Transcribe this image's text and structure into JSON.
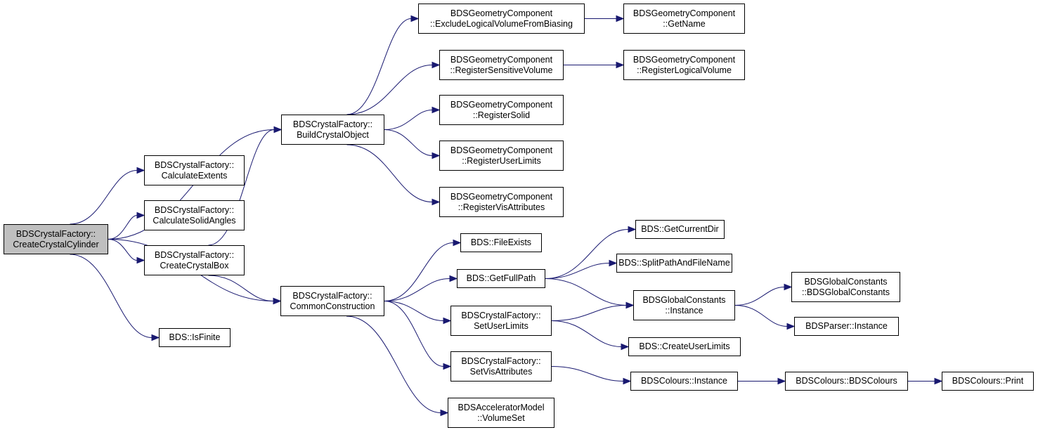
{
  "diagram": {
    "type": "call-graph",
    "edge_color": "#191970",
    "root_fill": "#bfbfbf",
    "nodes": [
      {
        "id": "createCrystalCylinder",
        "lines": [
          "BDSCrystalFactory::",
          "CreateCrystalCylinder"
        ],
        "root": true
      },
      {
        "id": "buildCrystalObject",
        "lines": [
          "BDSCrystalFactory::",
          "BuildCrystalObject"
        ]
      },
      {
        "id": "calculateExtents",
        "lines": [
          "BDSCrystalFactory::",
          "CalculateExtents"
        ]
      },
      {
        "id": "calculateSolidAngles",
        "lines": [
          "BDSCrystalFactory::",
          "CalculateSolidAngles"
        ]
      },
      {
        "id": "createCrystalBox",
        "lines": [
          "BDSCrystalFactory::",
          "CreateCrystalBox"
        ]
      },
      {
        "id": "isFinite",
        "lines": [
          "BDS::IsFinite"
        ]
      },
      {
        "id": "commonConstruction",
        "lines": [
          "BDSCrystalFactory::",
          "CommonConstruction"
        ]
      },
      {
        "id": "excludeLogicalVolume",
        "lines": [
          "BDSGeometryComponent",
          "::ExcludeLogicalVolumeFromBiasing"
        ]
      },
      {
        "id": "getName",
        "lines": [
          "BDSGeometryComponent",
          "::GetName"
        ]
      },
      {
        "id": "registerSensitiveVolume",
        "lines": [
          "BDSGeometryComponent",
          "::RegisterSensitiveVolume"
        ]
      },
      {
        "id": "registerLogicalVolume",
        "lines": [
          "BDSGeometryComponent",
          "::RegisterLogicalVolume"
        ]
      },
      {
        "id": "registerSolid",
        "lines": [
          "BDSGeometryComponent",
          "::RegisterSolid"
        ]
      },
      {
        "id": "registerUserLimits",
        "lines": [
          "BDSGeometryComponent",
          "::RegisterUserLimits"
        ]
      },
      {
        "id": "registerVisAttributes",
        "lines": [
          "BDSGeometryComponent",
          "::RegisterVisAttributes"
        ]
      },
      {
        "id": "fileExists",
        "lines": [
          "BDS::FileExists"
        ]
      },
      {
        "id": "getFullPath",
        "lines": [
          "BDS::GetFullPath"
        ]
      },
      {
        "id": "getCurrentDir",
        "lines": [
          "BDS::GetCurrentDir"
        ]
      },
      {
        "id": "splitPathAndFileName",
        "lines": [
          "BDS::SplitPathAndFileName"
        ]
      },
      {
        "id": "globalConstantsInstance",
        "lines": [
          "BDSGlobalConstants",
          "::Instance"
        ]
      },
      {
        "id": "globalConstantsCtor",
        "lines": [
          "BDSGlobalConstants",
          "::BDSGlobalConstants"
        ]
      },
      {
        "id": "parserInstance",
        "lines": [
          "BDSParser::Instance"
        ]
      },
      {
        "id": "setUserLimits",
        "lines": [
          "BDSCrystalFactory::",
          "SetUserLimits"
        ]
      },
      {
        "id": "createUserLimits",
        "lines": [
          "BDS::CreateUserLimits"
        ]
      },
      {
        "id": "setVisAttributes",
        "lines": [
          "BDSCrystalFactory::",
          "SetVisAttributes"
        ]
      },
      {
        "id": "coloursInstance",
        "lines": [
          "BDSColours::Instance"
        ]
      },
      {
        "id": "coloursCtor",
        "lines": [
          "BDSColours::BDSColours"
        ]
      },
      {
        "id": "coloursPrint",
        "lines": [
          "BDSColours::Print"
        ]
      },
      {
        "id": "volumeSet",
        "lines": [
          "BDSAcceleratorModel",
          "::VolumeSet"
        ]
      }
    ],
    "edges": [
      [
        "createCrystalCylinder",
        "buildCrystalObject"
      ],
      [
        "createCrystalCylinder",
        "calculateExtents"
      ],
      [
        "createCrystalCylinder",
        "calculateSolidAngles"
      ],
      [
        "createCrystalCylinder",
        "createCrystalBox"
      ],
      [
        "createCrystalCylinder",
        "commonConstruction"
      ],
      [
        "createCrystalCylinder",
        "isFinite"
      ],
      [
        "createCrystalBox",
        "buildCrystalObject"
      ],
      [
        "createCrystalBox",
        "commonConstruction"
      ],
      [
        "buildCrystalObject",
        "excludeLogicalVolume"
      ],
      [
        "buildCrystalObject",
        "registerSensitiveVolume"
      ],
      [
        "buildCrystalObject",
        "registerSolid"
      ],
      [
        "buildCrystalObject",
        "registerUserLimits"
      ],
      [
        "buildCrystalObject",
        "registerVisAttributes"
      ],
      [
        "excludeLogicalVolume",
        "getName"
      ],
      [
        "registerSensitiveVolume",
        "registerLogicalVolume"
      ],
      [
        "commonConstruction",
        "fileExists"
      ],
      [
        "commonConstruction",
        "getFullPath"
      ],
      [
        "commonConstruction",
        "setUserLimits"
      ],
      [
        "commonConstruction",
        "setVisAttributes"
      ],
      [
        "commonConstruction",
        "volumeSet"
      ],
      [
        "getFullPath",
        "getCurrentDir"
      ],
      [
        "getFullPath",
        "splitPathAndFileName"
      ],
      [
        "getFullPath",
        "globalConstantsInstance"
      ],
      [
        "setUserLimits",
        "globalConstantsInstance"
      ],
      [
        "setUserLimits",
        "createUserLimits"
      ],
      [
        "globalConstantsInstance",
        "globalConstantsCtor"
      ],
      [
        "globalConstantsInstance",
        "parserInstance"
      ],
      [
        "setVisAttributes",
        "coloursInstance"
      ],
      [
        "coloursInstance",
        "coloursCtor"
      ],
      [
        "coloursCtor",
        "coloursPrint"
      ]
    ]
  }
}
